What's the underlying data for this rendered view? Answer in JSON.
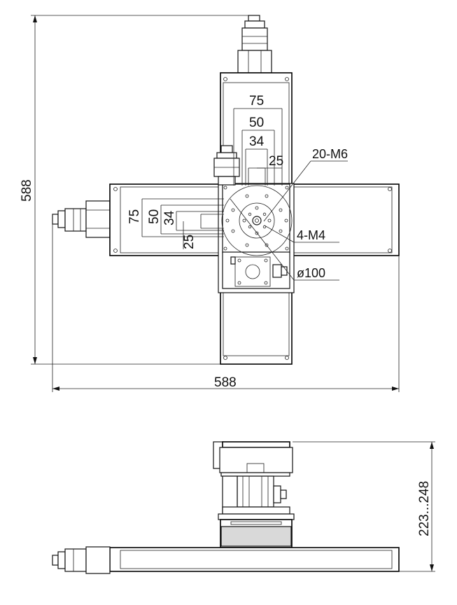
{
  "dimensions": {
    "overall_height": "588",
    "overall_width": "588",
    "vertical_stroke": "223...248"
  },
  "slots_x_axis": {
    "d75": "75",
    "d50": "50",
    "d34": "34",
    "d25": "25"
  },
  "slots_y_axis": {
    "d75": "75",
    "d50": "50",
    "d34": "34",
    "d25": "25"
  },
  "callouts": {
    "threads_large": "20-M6",
    "threads_small": "4-M4",
    "table_diameter": "ø100"
  }
}
